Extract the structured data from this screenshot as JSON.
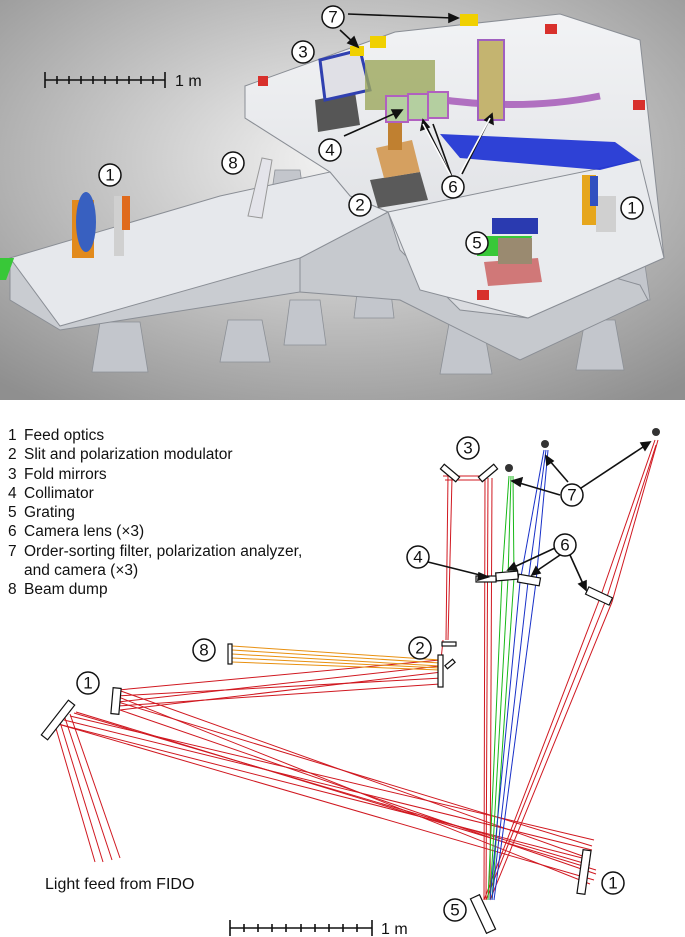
{
  "top_view": {
    "scale_label": "1 m",
    "callouts": [
      "1",
      "1",
      "2",
      "3",
      "4",
      "5",
      "6",
      "7",
      "8"
    ]
  },
  "legend": [
    {
      "num": "1",
      "text": "Feed optics"
    },
    {
      "num": "2",
      "text": "Slit and polarization modulator"
    },
    {
      "num": "3",
      "text": "Fold mirrors"
    },
    {
      "num": "4",
      "text": "Collimator"
    },
    {
      "num": "5",
      "text": "Grating"
    },
    {
      "num": "6",
      "text": "Camera lens (×3)"
    },
    {
      "num": "7",
      "text": "Order-sorting filter, polarization analyzer,",
      "cont": "and camera (×3)"
    },
    {
      "num": "8",
      "text": "Beam dump"
    }
  ],
  "ray_diagram": {
    "scale_label": "1 m",
    "feed_caption": "Light feed from FIDO",
    "callouts": [
      "1",
      "1",
      "2",
      "3",
      "4",
      "5",
      "6",
      "7",
      "8"
    ]
  },
  "colors": {
    "red_rays": "#d01820",
    "green_rays": "#18b818",
    "blue_rays": "#1830c8",
    "orange_rays": "#e89010",
    "bench": "#dcdee2"
  }
}
